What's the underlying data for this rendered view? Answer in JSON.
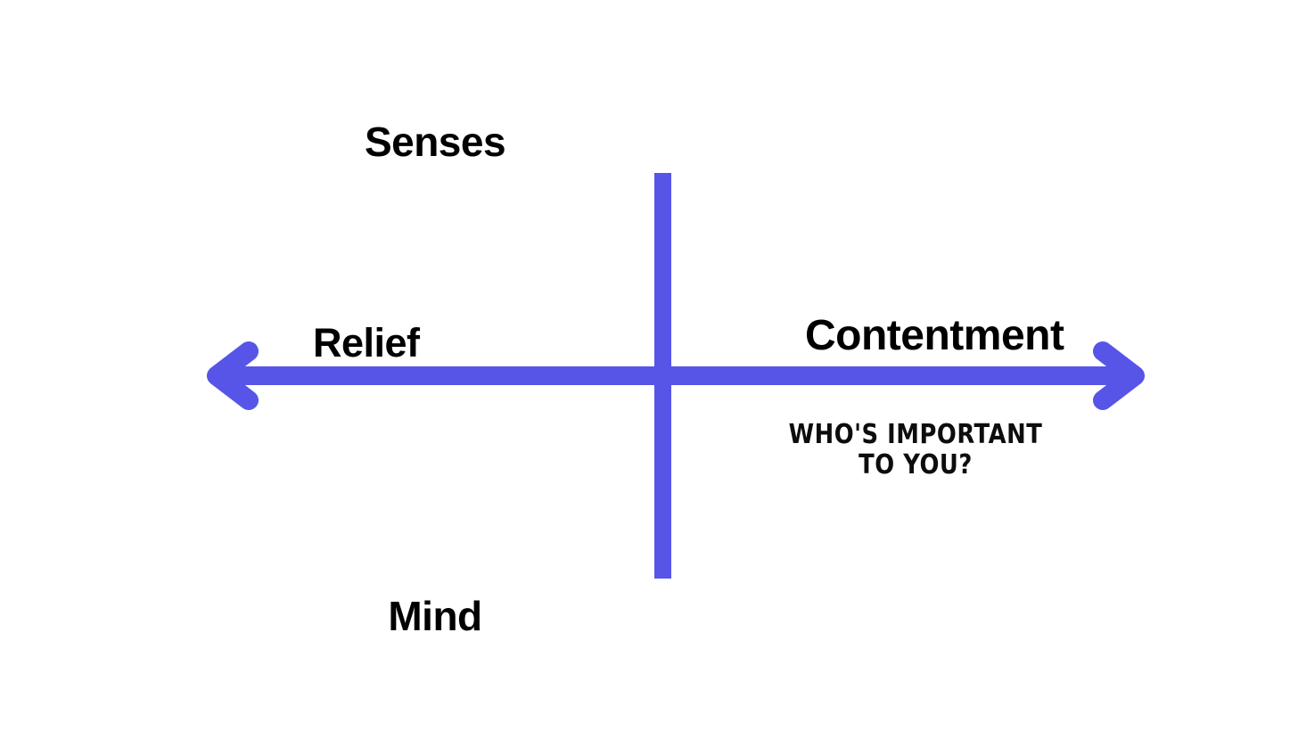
{
  "diagram": {
    "type": "two-axis-cross",
    "background_color": "#ffffff",
    "axis_color": "#5755e8",
    "text_color": "#000000",
    "horizontal_axis": {
      "name": "horizontal-axis",
      "style": "double-headed-arrow",
      "left_arrowhead": true,
      "right_arrowhead": true,
      "left_label": "Relief",
      "right_label": "Contentment"
    },
    "vertical_axis": {
      "name": "vertical-axis",
      "style": "plain-bar",
      "top_arrowhead": false,
      "bottom_arrowhead": false,
      "top_label": "Senses",
      "bottom_label": "Mind"
    },
    "caption": {
      "line1": "WHO'S IMPORTANT",
      "line2": "TO YOU?"
    }
  },
  "chart_data": {
    "type": "scatter",
    "title": "",
    "xlabel": "",
    "ylabel": "",
    "x_axis_negative_label": "Relief",
    "x_axis_positive_label": "Contentment",
    "y_axis_positive_label": "Senses",
    "y_axis_negative_label": "Mind",
    "annotations": [
      "WHO'S IMPORTANT",
      "TO YOU?"
    ],
    "series": [],
    "grid": false,
    "legend": "none"
  }
}
